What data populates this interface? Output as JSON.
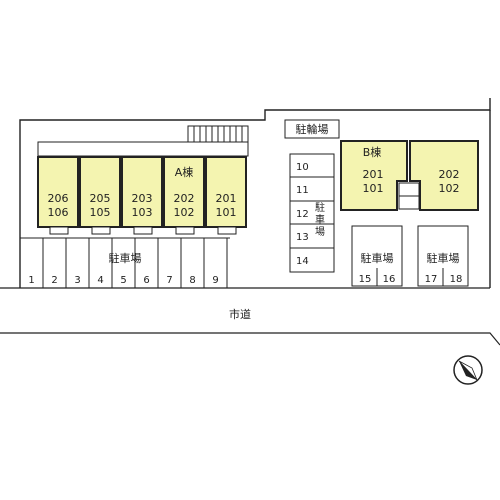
{
  "building_a": {
    "label": "A棟",
    "units": [
      {
        "top": "206",
        "bottom": "106"
      },
      {
        "top": "205",
        "bottom": "105"
      },
      {
        "top": "203",
        "bottom": "103"
      },
      {
        "top": "202",
        "bottom": "102"
      },
      {
        "top": "201",
        "bottom": "101"
      }
    ]
  },
  "building_b": {
    "label": "B棟",
    "units": [
      {
        "top": "201",
        "bottom": "101"
      },
      {
        "top": "202",
        "bottom": "102"
      }
    ]
  },
  "bicycle_parking": {
    "label": "駐輪場"
  },
  "parking_left": {
    "label": "駐車場",
    "spaces": [
      "1",
      "2",
      "3",
      "4",
      "5",
      "6",
      "7",
      "8",
      "9"
    ]
  },
  "parking_middle": {
    "label": "駐\n車\n場",
    "spaces": [
      "10",
      "11",
      "12",
      "13",
      "14"
    ]
  },
  "parking_b1": {
    "label": "駐車場",
    "spaces": [
      "15",
      "16"
    ]
  },
  "parking_b2": {
    "label": "駐車場",
    "spaces": [
      "17",
      "18"
    ]
  },
  "road": {
    "label": "市道"
  },
  "north_arrow": {
    "icon": "north-arrow-icon"
  },
  "colors": {
    "unit_fill": "#f4f4b0",
    "line": "#222222",
    "background": "#ffffff"
  }
}
